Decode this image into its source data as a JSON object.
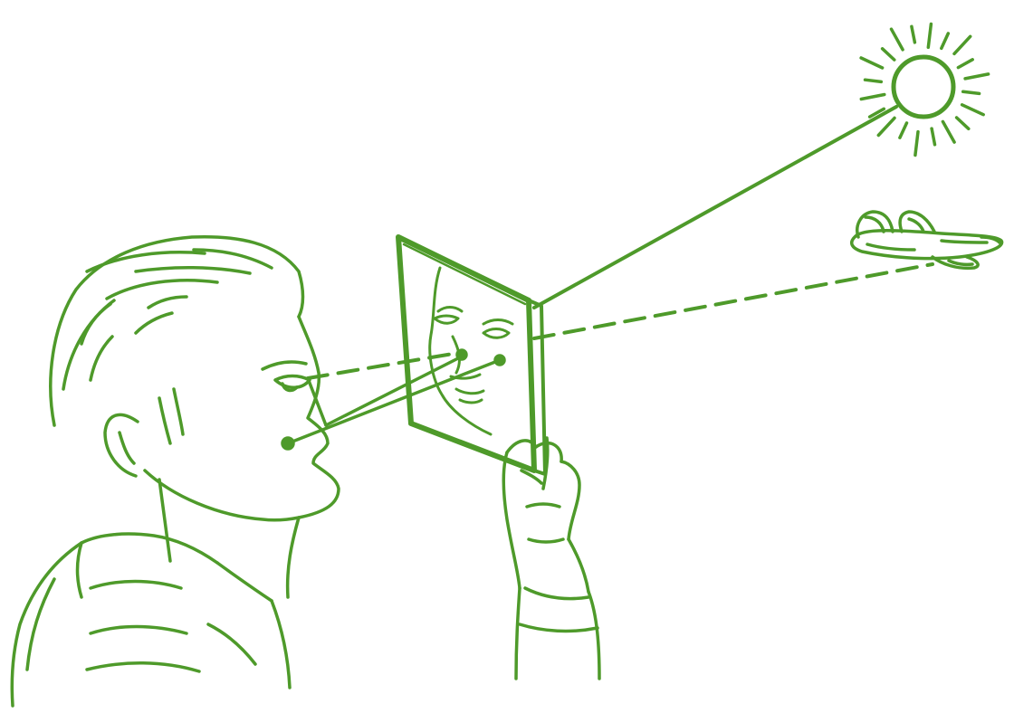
{
  "illustration": {
    "ink_color": "#4e9a2a",
    "background_color": "#ffffff",
    "elements": [
      "man-head",
      "signal-mirror",
      "hand",
      "sun",
      "airplane",
      "sun-ray-line",
      "aim-line-dashed"
    ]
  }
}
